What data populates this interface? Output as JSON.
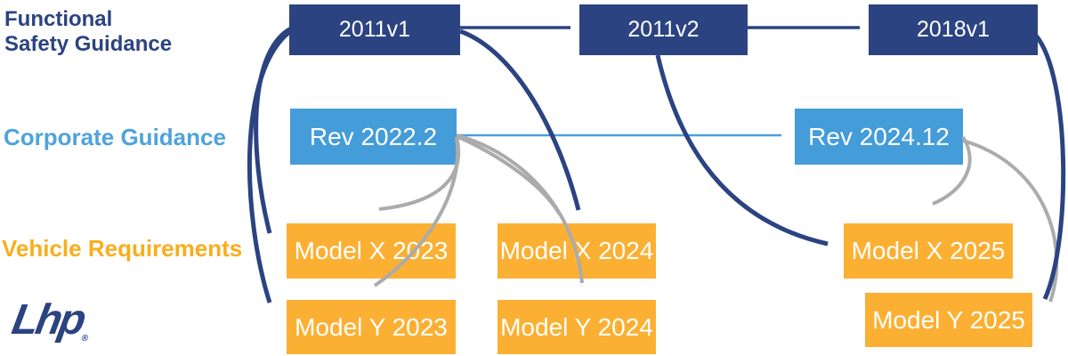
{
  "title": "Functional safety guidance to vehicle requirements mapping diagram",
  "colors": {
    "navy": "#2B4381",
    "light_blue_box": "#449CD8",
    "light_blue_arrow": "#4B9FD8",
    "corporate_label": "#4FA3DB",
    "orange_box": "#FBB033",
    "vehicle_label": "#F9AE1B",
    "gray_arrow": "#ACABAB",
    "box_text": "#FFFFFF"
  },
  "labels": {
    "fsg_line1": "Functional",
    "fsg_line2": "Safety Guidance",
    "corporate": "Corporate Guidance",
    "vehicle": "Vehicle Requirements"
  },
  "logo": {
    "text": "Lhp",
    "reg": "®"
  },
  "nodes": {
    "fsg2011v1": {
      "label": "2011v1",
      "row": "functional-safety-guidance"
    },
    "fsg2011v2": {
      "label": "2011v2",
      "row": "functional-safety-guidance"
    },
    "fsg2018v1": {
      "label": "2018v1",
      "row": "functional-safety-guidance"
    },
    "rev2022": {
      "label": "Rev 2022.2",
      "row": "corporate-guidance"
    },
    "rev2024": {
      "label": "Rev 2024.12",
      "row": "corporate-guidance"
    },
    "mx2023": {
      "label": "Model X 2023",
      "row": "vehicle-requirements"
    },
    "mx2024": {
      "label": "Model X 2024",
      "row": "vehicle-requirements"
    },
    "mx2025": {
      "label": "Model X 2025",
      "row": "vehicle-requirements"
    },
    "my2023": {
      "label": "Model Y 2023",
      "row": "vehicle-requirements"
    },
    "my2024": {
      "label": "Model Y 2024",
      "row": "vehicle-requirements"
    },
    "my2025": {
      "label": "Model Y 2025",
      "row": "vehicle-requirements"
    }
  },
  "edges": [
    {
      "from": "2011v1",
      "to": "2011v2",
      "color": "navy"
    },
    {
      "from": "2011v2",
      "to": "2018v1",
      "color": "navy"
    },
    {
      "from": "2011v1",
      "to": "Model X 2023",
      "color": "navy"
    },
    {
      "from": "2011v1",
      "to": "Model Y 2023",
      "color": "navy"
    },
    {
      "from": "2011v1",
      "to": "Model X 2024",
      "color": "navy"
    },
    {
      "from": "2011v2",
      "to": "Model X 2025",
      "color": "navy"
    },
    {
      "from": "2018v1",
      "to": "Model Y 2025",
      "color": "navy"
    },
    {
      "from": "Rev 2022.2",
      "to": "Rev 2024.12",
      "color": "light-blue"
    },
    {
      "from": "Rev 2022.2",
      "to": "Model X 2023",
      "color": "gray"
    },
    {
      "from": "Rev 2022.2",
      "to": "Model Y 2023",
      "color": "gray"
    },
    {
      "from": "Rev 2022.2",
      "to": "Model X 2024",
      "color": "gray"
    },
    {
      "from": "Rev 2022.2",
      "to": "Model Y 2024",
      "color": "gray"
    },
    {
      "from": "Rev 2024.12",
      "to": "Model X 2025",
      "color": "gray"
    },
    {
      "from": "Rev 2024.12",
      "to": "Model Y 2025",
      "color": "gray"
    }
  ]
}
